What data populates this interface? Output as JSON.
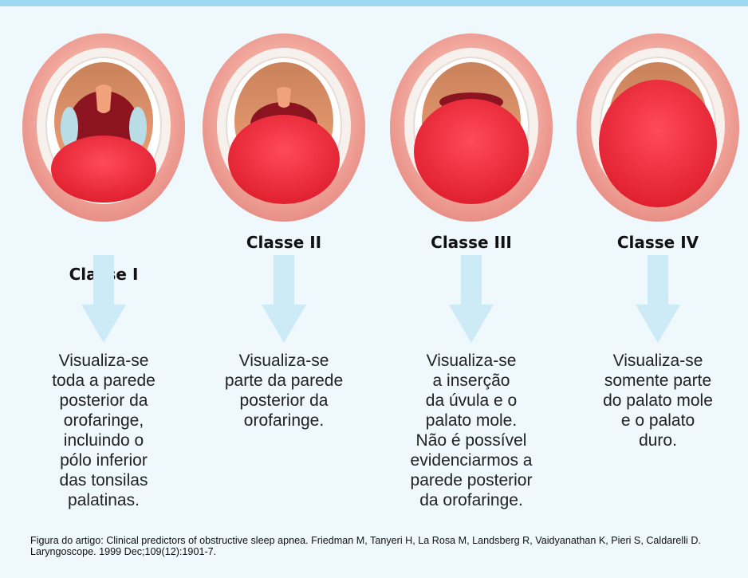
{
  "classes": [
    {
      "title": "Classe I",
      "description": "Visualiza-se\ntoda a parede\nposterior da\norofaringe,\nincluindo o\npólo inferior\ndas tonsilas\npalatinas.",
      "soft_palate_visible": "full"
    },
    {
      "title": "Classe II",
      "description": "Visualiza-se\nparte da parede\nposterior da\norofaringe.",
      "soft_palate_visible": "partial"
    },
    {
      "title": "Classe III",
      "description": "Visualiza-se\na inserção\nda úvula e o\npalato mole.\nNão é possível\nevidenciarmos a\nparede posterior\nda orofaringe.",
      "soft_palate_visible": "uvula-base"
    },
    {
      "title": "Classe IV",
      "description": "Visualiza-se\nsomente parte\ndo palato mole\ne o palato\nduro.",
      "soft_palate_visible": "hard-palate-only"
    }
  ],
  "caption": "Figura do artigo: Clinical predictors of obstructive sleep apnea. Friedman M, Tanyeri H, La Rosa M, Landsberg R, Vaidyanathan K, Pieri S, Caldarelli D. Laryngoscope. 1999 Dec;109(12):1901-7.",
  "colors": {
    "background": "#eef8fd",
    "top_bar": "#9fd8f1",
    "lips": "#f2a99e",
    "teeth": "#ffffff",
    "tongue": "#ef2f43",
    "throat": "#8b1420",
    "arrow": "#cdeaf7"
  }
}
